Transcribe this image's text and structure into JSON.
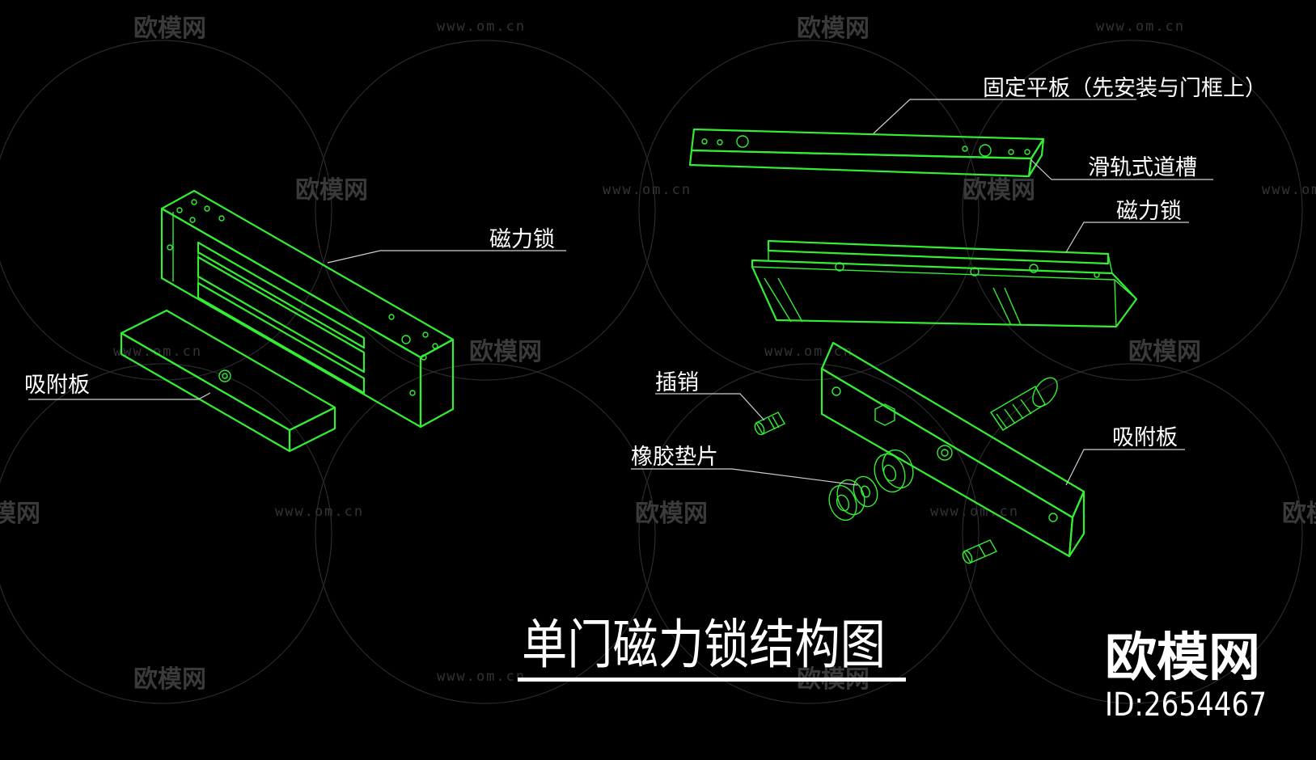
{
  "title": "单门磁力锁结构图",
  "left_assembly": {
    "labels": {
      "lock": "磁力锁",
      "plate": "吸附板"
    }
  },
  "right_assembly": {
    "labels": {
      "mount_plate": "固定平板（先安装与门框上）",
      "slide_rail": "滑轨式道槽",
      "lock": "磁力锁",
      "pin": "插销",
      "rubber_washer": "橡胶垫片",
      "plate": "吸附板"
    }
  },
  "watermark": {
    "brand": "欧模网",
    "url": "www.om.cn"
  },
  "brand_mark": {
    "name": "欧模网",
    "id": "ID:2654467"
  },
  "colors": {
    "line": "#33ee33",
    "text": "#ffffff",
    "background": "#000000"
  }
}
